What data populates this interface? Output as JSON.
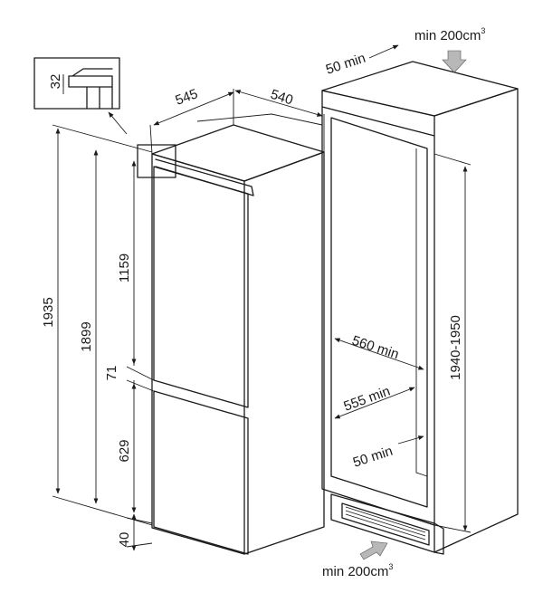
{
  "dimensions": {
    "height_total": "1935",
    "height_appliance": "1899",
    "height_upper_door": "1159",
    "gap_between_doors": "71",
    "height_lower_door": "629",
    "plinth_gap": "40",
    "depth": "545",
    "width": "540",
    "detail_top": "32",
    "niche_height": "1940-1950",
    "niche_depth": "560 min",
    "niche_width": "555 min",
    "rear_gap_bottom": "50 min",
    "rear_gap_top": "50 min"
  },
  "ventilation": {
    "top_prefix": "min 200cm",
    "top_exponent": "3",
    "bottom_prefix": "min 200cm",
    "bottom_exponent": "3"
  },
  "colors": {
    "line": "#1a1a1a",
    "arrow_fill": "#b8b8b8"
  }
}
